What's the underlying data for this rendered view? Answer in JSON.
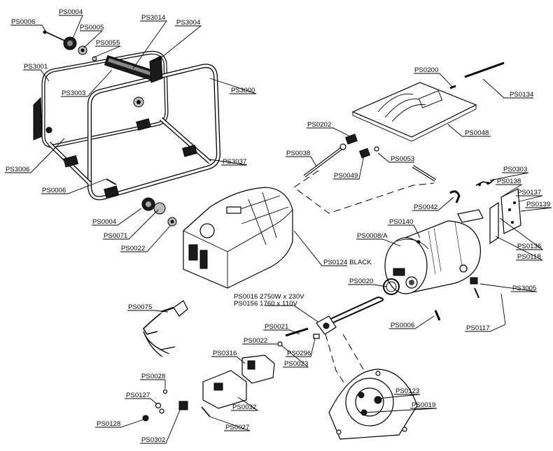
{
  "labels": {
    "ps0006_top": "PS0006",
    "ps0004_top": "PS0004",
    "ps0005": "PS0005",
    "ps3014": "PS3014",
    "ps3004": "PS3004",
    "ps0055": "PS0055",
    "ps3001": "PS3001",
    "ps3003": "PS3003",
    "ps3000": "PS3000",
    "ps3006": "PS3006",
    "ps3037": "PS3037",
    "ps0006_mid": "PS0006",
    "ps0004_bot": "PS0004",
    "ps0071": "PS0071",
    "ps0022_left": "PS0022",
    "ps0124": "PS0124 BLACK",
    "ps0200": "PS0200",
    "ps0134": "PS0134",
    "ps0048": "PS0048",
    "ps0202": "PS0202",
    "ps0038": "PS0038",
    "ps0053": "PS0053",
    "ps0049": "PS0049",
    "ps0303": "PS0303",
    "ps0138": "PS0138",
    "ps0137": "PS0137",
    "ps0139": "PS0139",
    "ps0042": "PS0042",
    "ps0140": "PS0140",
    "ps0008a": "PS0008/A",
    "ps0136": "PS0136",
    "ps0118": "PS0118",
    "ps0020": "PS0020",
    "ps3005": "PS3005",
    "ps0016": "PS0016 2750W x 230V",
    "ps0156": "PS0156 1760 x 110V",
    "ps0075": "PS0075",
    "ps0006_right": "PS0006",
    "ps0117": "PS0117",
    "ps0021": "PS0021",
    "ps0022_mid": "PS0022",
    "ps0296": "PS0296",
    "ps0023": "PS0023",
    "ps0316": "PS0316",
    "ps0028": "PS0028",
    "ps0032": "PS0032",
    "ps0127": "PS0127",
    "ps0128": "PS0128",
    "ps0302": "PS0302",
    "ps0027": "PS0027",
    "ps0123": "PS0123",
    "ps0019": "PS0019"
  }
}
